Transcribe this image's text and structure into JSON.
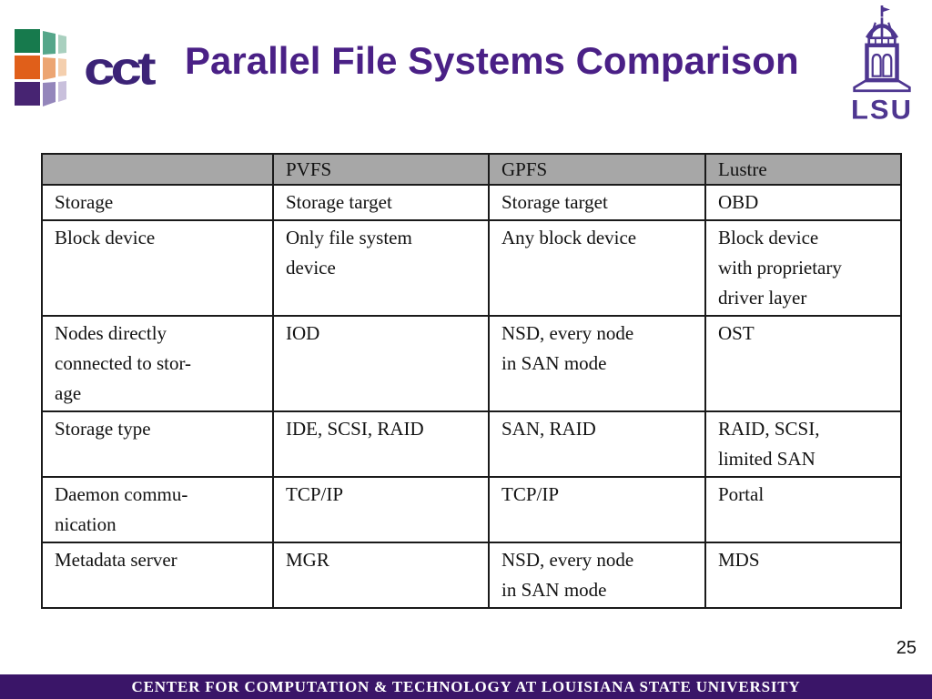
{
  "title": "Parallel File Systems Comparison",
  "page_number": "25",
  "footer": {
    "text": "CENTER FOR COMPUTATION & TECHNOLOGY AT LOUISIANA STATE UNIVERSITY"
  },
  "logos": {
    "cct": {
      "text": "cct"
    },
    "lsu": {
      "text": "LSU"
    }
  },
  "table": {
    "headers": [
      "",
      "PVFS",
      "GPFS",
      "Lustre"
    ],
    "rows": [
      [
        "Storage",
        "Storage target",
        "Storage target",
        "OBD"
      ],
      [
        "Block device",
        "Only file system\ndevice",
        "Any block device",
        "Block device\nwith proprietary\ndriver layer"
      ],
      [
        "Nodes directly\nconnected to stor-\nage",
        "IOD",
        "NSD, every node\nin SAN mode",
        "OST"
      ],
      [
        "Storage type",
        "IDE, SCSI, RAID",
        "SAN, RAID",
        "RAID, SCSI,\nlimited SAN"
      ],
      [
        "Daemon commu-\nnication",
        "TCP/IP",
        "TCP/IP",
        "Portal"
      ],
      [
        "Metadata server",
        "MGR",
        "NSD, every node\nin SAN mode",
        "MDS"
      ]
    ]
  },
  "colors": {
    "title_text": "#4a2086",
    "cct_text": "#3c2377",
    "cct_green": "#177a4d",
    "cct_orange": "#e05f1a",
    "cct_purple": "#472472",
    "lsu_purple": "#4e3690",
    "table_header_bg": "#a7a7a7",
    "table_border": "#1a1a1a",
    "footer_bg": "#3a1568",
    "footer_text": "#ffffff"
  }
}
